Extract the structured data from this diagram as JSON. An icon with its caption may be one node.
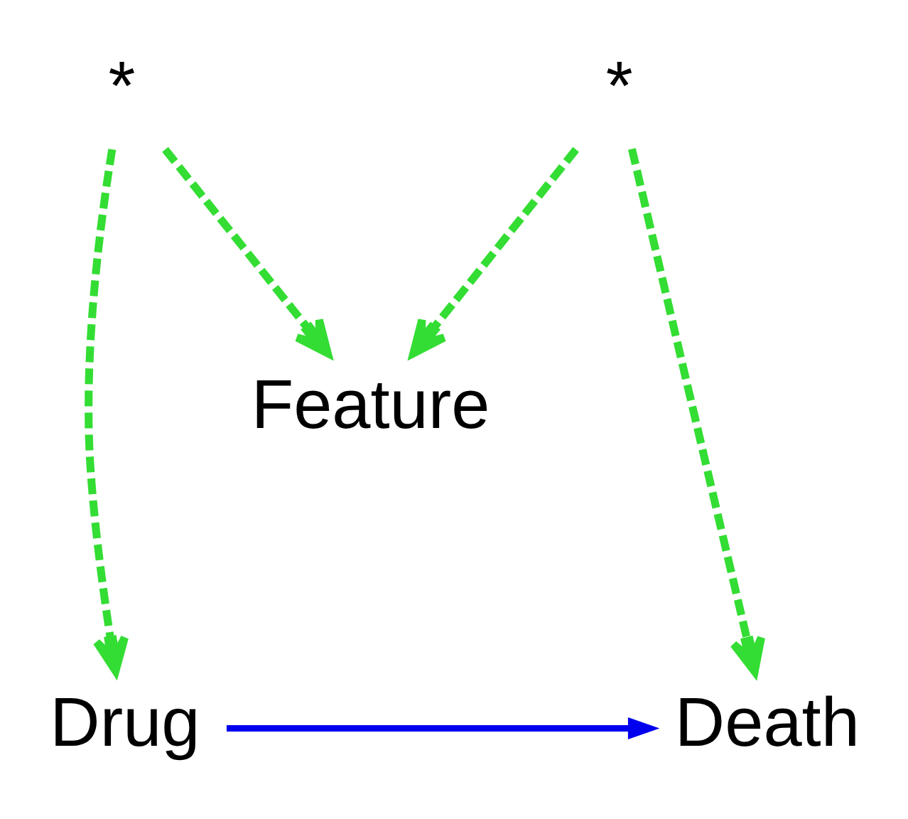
{
  "diagram": {
    "nodes": [
      {
        "text": [
          "*"
        ]
      },
      {
        "text": [
          "*"
        ]
      },
      {
        "text": [
          "Feature"
        ]
      },
      {
        "text": [
          "Drug"
        ]
      },
      {
        "text": [
          "Death"
        ]
      }
    ],
    "edges": [
      {
        "from": 0,
        "to": 2,
        "arrow": "to",
        "style": "dashed"
      },
      {
        "from": 1,
        "to": 2,
        "arrow": "to",
        "style": "dashed"
      },
      {
        "from": 0,
        "to": 3,
        "arrow": "to",
        "style": "dashed"
      },
      {
        "from": 1,
        "to": 4,
        "arrow": "to",
        "style": "dashed"
      },
      {
        "from": 3,
        "to": 4,
        "arrow": "to",
        "color": "#0000ee"
      }
    ]
  }
}
